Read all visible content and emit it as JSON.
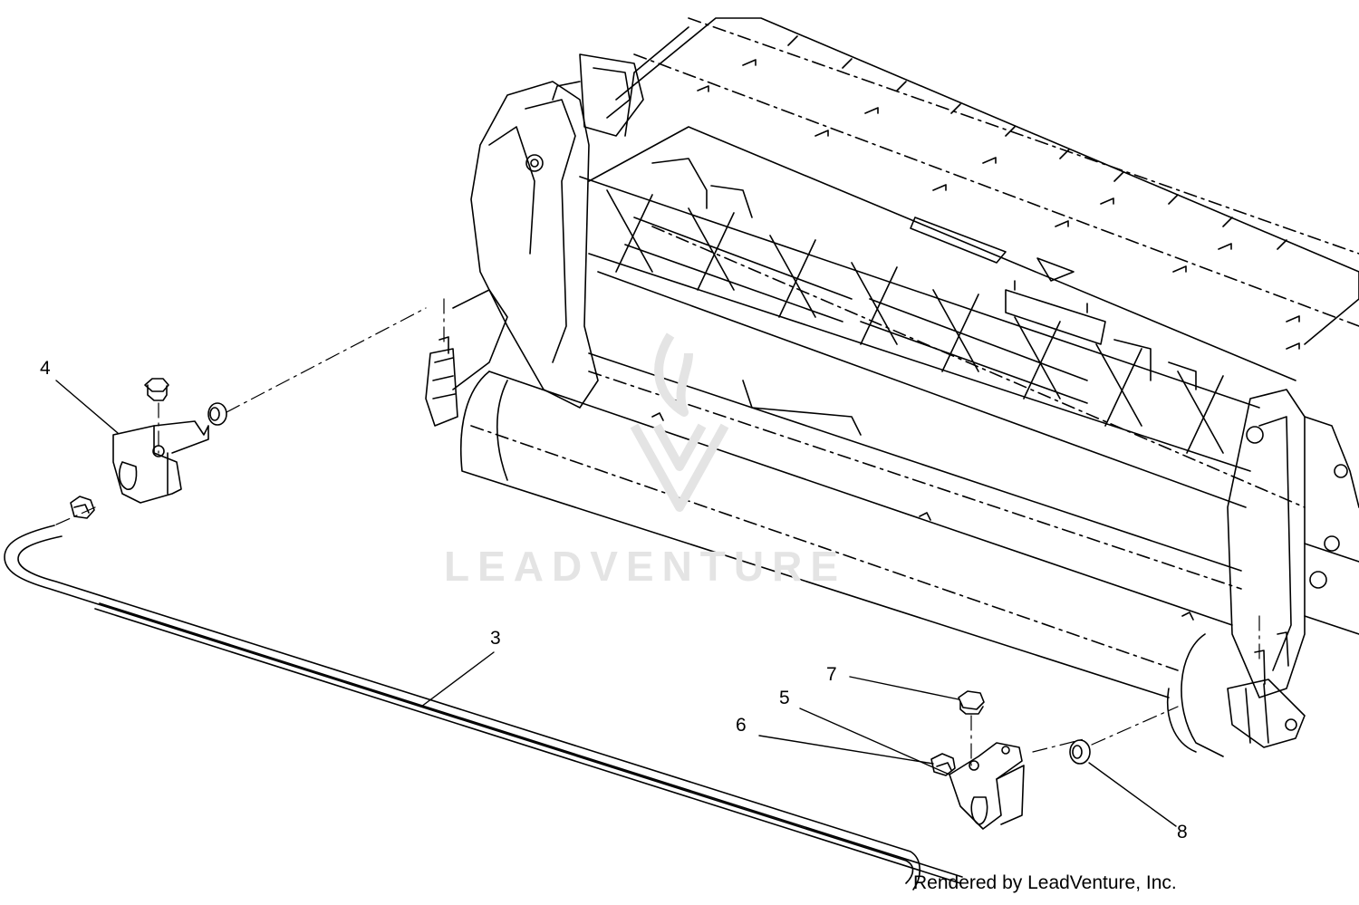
{
  "diagram": {
    "callouts": [
      {
        "id": "4",
        "label": "4"
      },
      {
        "id": "3",
        "label": "3"
      },
      {
        "id": "7",
        "label": "7"
      },
      {
        "id": "5",
        "label": "5"
      },
      {
        "id": "6",
        "label": "6"
      },
      {
        "id": "8",
        "label": "8"
      }
    ],
    "watermark_text": "LEADVENTURE",
    "credit": "Rendered by LeadVenture, Inc."
  },
  "colors": {
    "line": "#000000",
    "watermark": "#e4e4e4",
    "background": "#ffffff"
  }
}
